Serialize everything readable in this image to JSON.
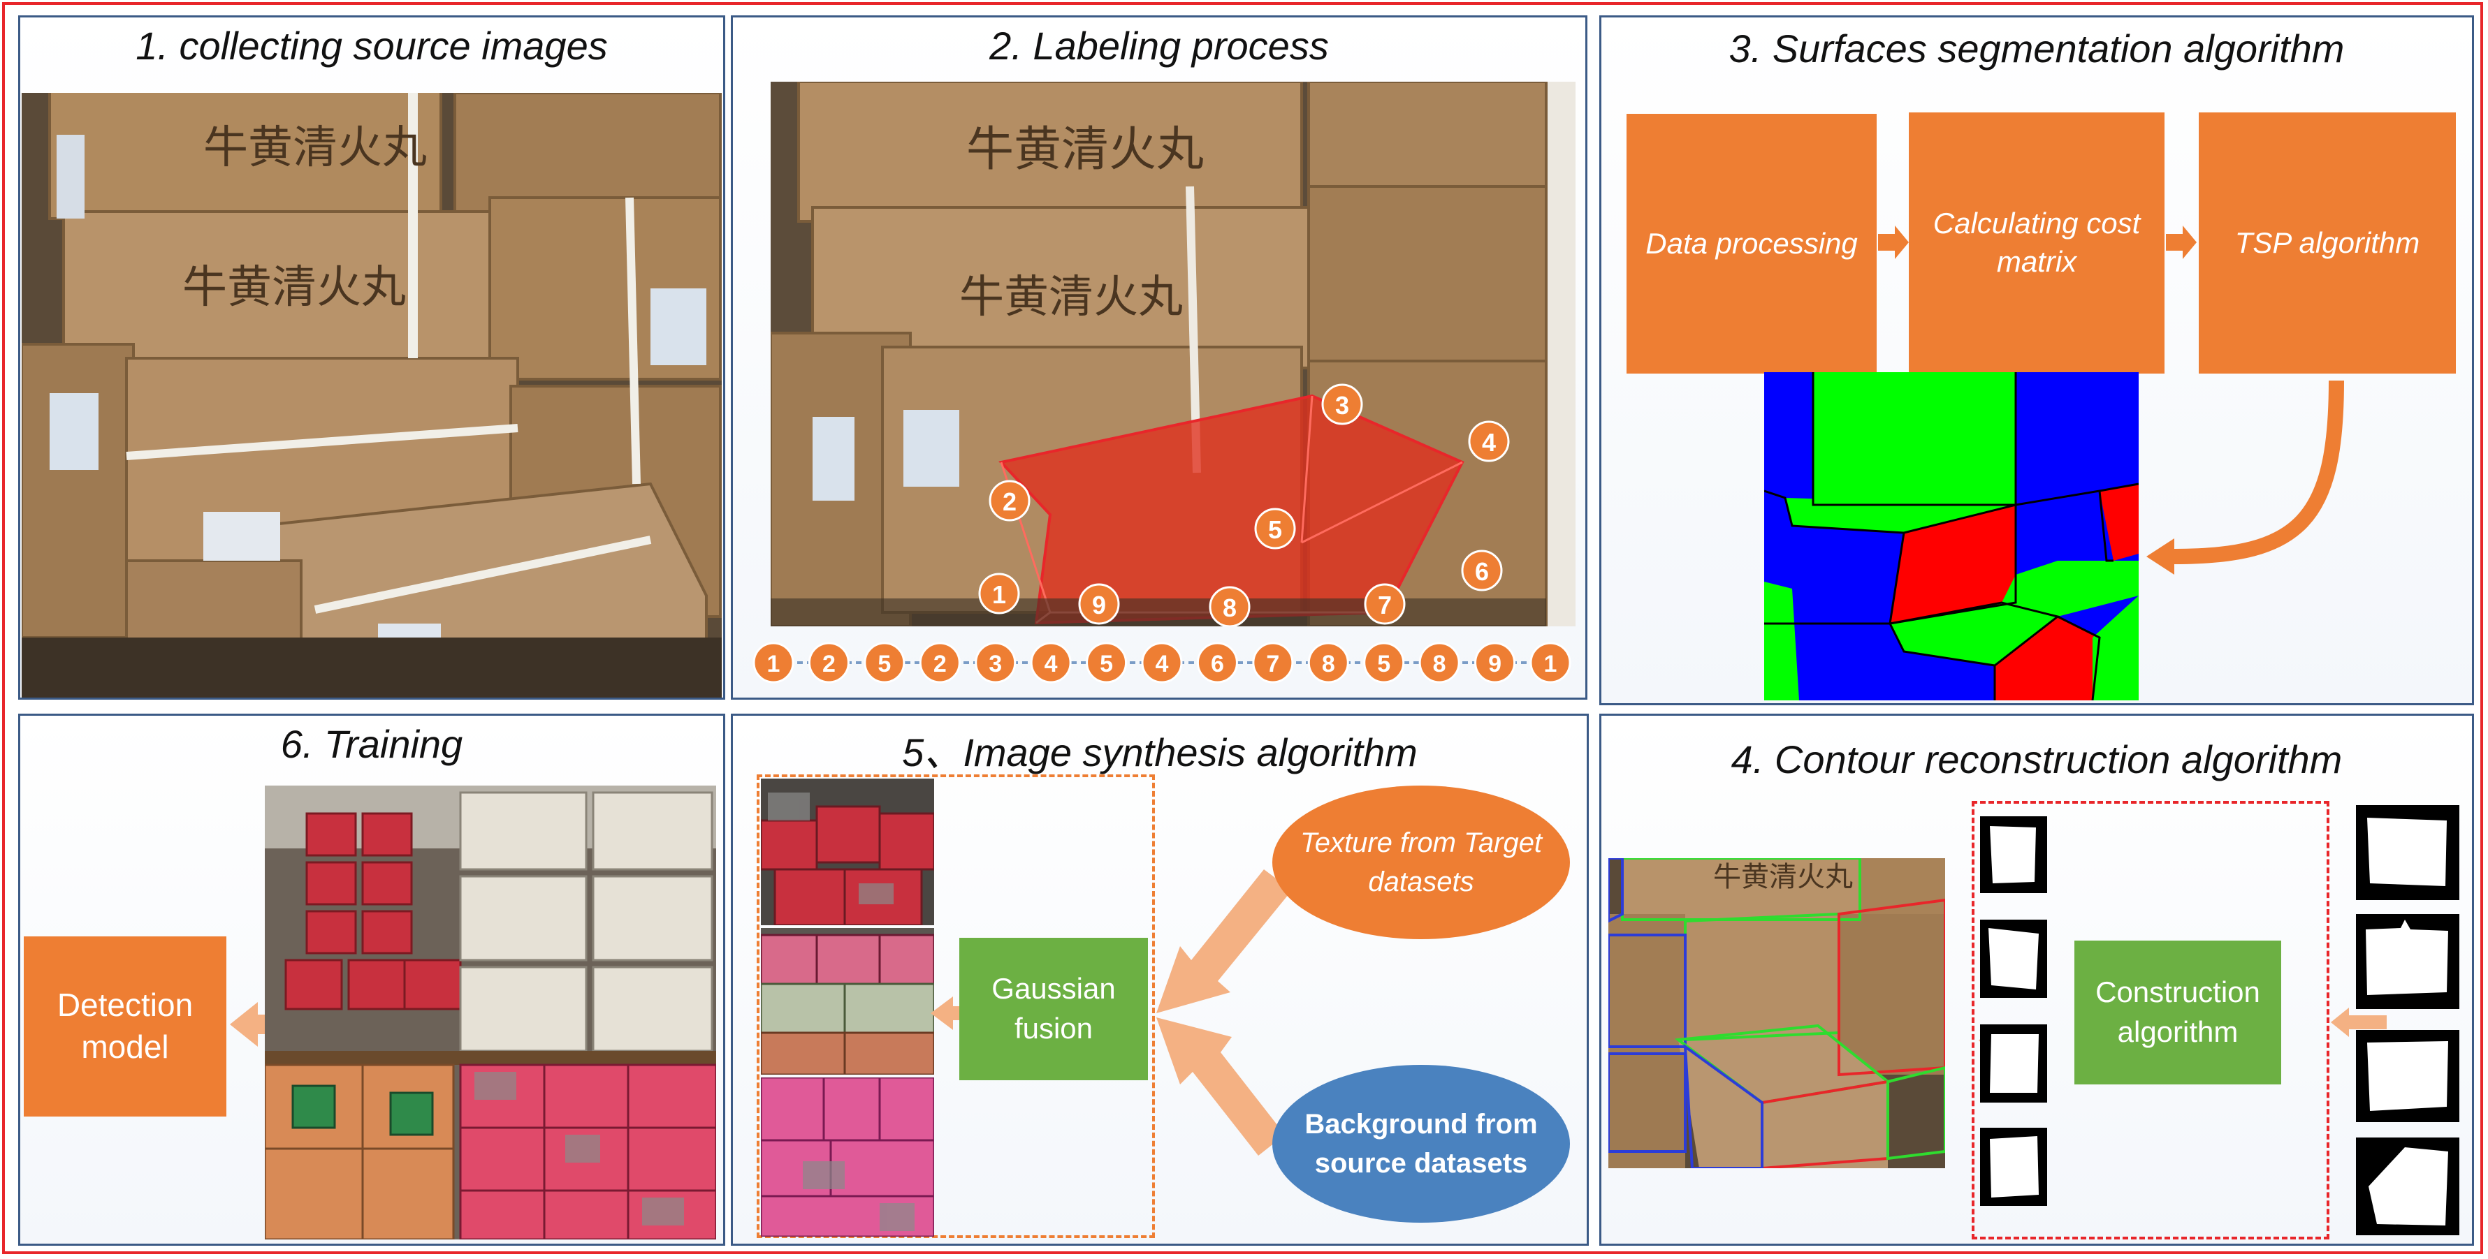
{
  "panels": {
    "p1": {
      "title": "1. collecting source images"
    },
    "p2": {
      "title": "2. Labeling process",
      "point_labels": [
        "1",
        "2",
        "3",
        "4",
        "5",
        "6",
        "7",
        "8",
        "9"
      ],
      "sequence": [
        "1",
        "2",
        "5",
        "2",
        "3",
        "4",
        "5",
        "4",
        "6",
        "7",
        "8",
        "5",
        "8",
        "9",
        "1"
      ]
    },
    "p3": {
      "title": "3. Surfaces segmentation algorithm",
      "step1": "Data processing",
      "step2": "Calculating cost matrix",
      "step3": "TSP algorithm"
    },
    "p4": {
      "title": "4. Contour reconstruction algorithm",
      "construction": "Construction algorithm"
    },
    "p5": {
      "title": "5、Image synthesis algorithm",
      "gaussian": "Gaussian fusion",
      "texture": "Texture from Target  datasets",
      "background": "Background from source datasets"
    },
    "p6": {
      "title": "6. Training",
      "detection": "Detection model"
    }
  },
  "colors": {
    "frame": "#e8262a",
    "panel_border": "#3b5a86",
    "orange": "#ee7e33",
    "green": "#6cb043",
    "blue_ellipse": "#4a82bf",
    "arrow_peach": "#f4b183",
    "seg_green": "#00ff00",
    "seg_blue": "#0000ff",
    "seg_red": "#ff0000"
  },
  "box_print": "牛黄清火丸"
}
